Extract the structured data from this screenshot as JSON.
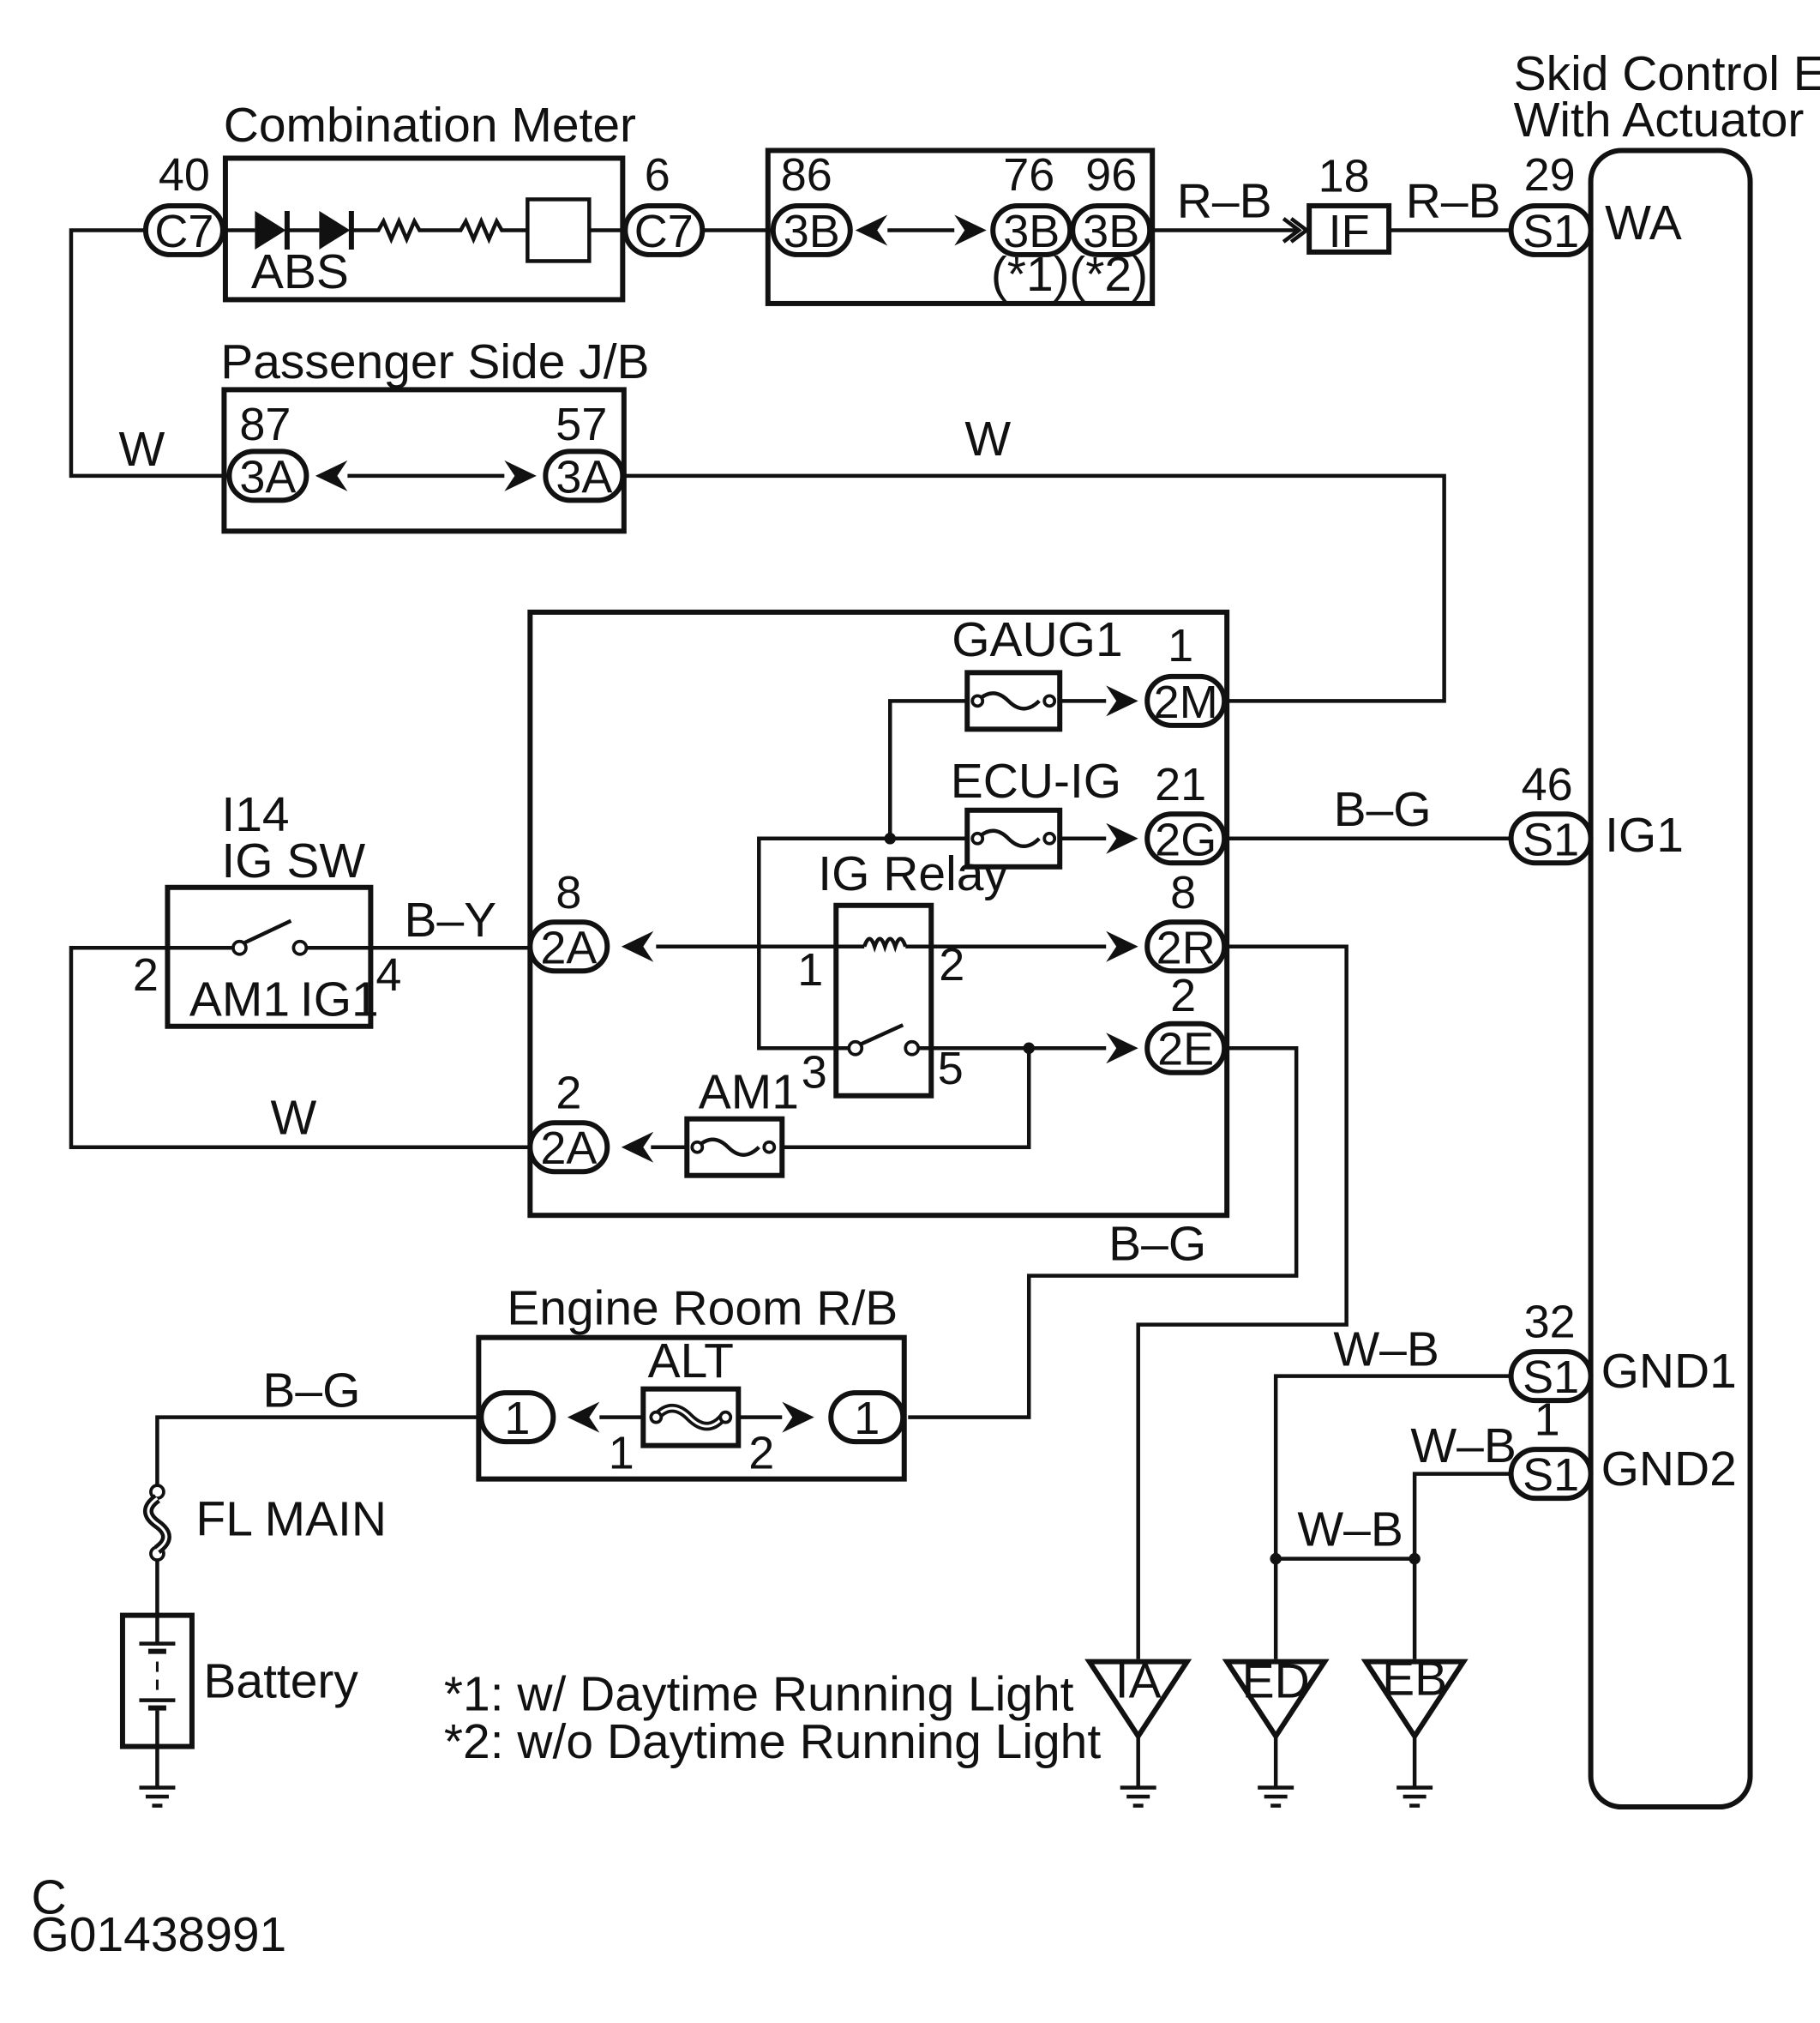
{
  "components": {
    "combination_meter": "Combination Meter",
    "abs": "ABS",
    "passenger_jb": "Passenger Side J/B",
    "ecu_line1": "Skid Control ECU",
    "ecu_line2": "With Actuator",
    "ig_sw_code": "I14",
    "ig_sw": "IG SW",
    "am1_sw": "AM1",
    "ig1_sw": "IG1",
    "ig_relay": "IG Relay",
    "gaug1": "GAUG1",
    "ecu_ig": "ECU-IG",
    "am1_fuse": "AM1",
    "engine_rb": "Engine Room R/B",
    "alt": "ALT",
    "fl_main": "FL MAIN",
    "battery": "Battery"
  },
  "connectors": {
    "c7": "C7",
    "b3": "3B",
    "a3": "3A",
    "if": "IF",
    "s1": "S1",
    "m2": "2M",
    "g2": "2G",
    "r2": "2R",
    "e2": "2E",
    "a2": "2A",
    "one": "1"
  },
  "pins": {
    "c7_in": "40",
    "c7_out": "6",
    "b3_86": "86",
    "b3_76": "76",
    "b3_96": "96",
    "if_18": "18",
    "s1_29": "29",
    "a3_87": "87",
    "a3_57": "57",
    "m2_1": "1",
    "g2_21": "21",
    "s1_46": "46",
    "a2_8": "8",
    "r2_8": "8",
    "e2_2": "2",
    "a2_2": "2",
    "sw_2": "2",
    "sw_4": "4",
    "relay_1": "1",
    "relay_2": "2",
    "relay_3": "3",
    "relay_5": "5",
    "s1_32": "32",
    "s1_1": "1",
    "alt_1": "1",
    "alt_2": "2"
  },
  "ecu_terminals": {
    "wa": "WA",
    "ig1": "IG1",
    "gnd1": "GND1",
    "gnd2": "GND2"
  },
  "wires": {
    "rb1": "R–B",
    "rb2": "R–B",
    "w1": "W",
    "w2": "W",
    "w3": "W",
    "bg1": "B–G",
    "by": "B–Y",
    "bg2": "B–G",
    "bg3": "B–G",
    "wb1": "W–B",
    "wb2": "W–B",
    "wb3": "W–B"
  },
  "notes": {
    "n1": "(*1)",
    "n2": "(*2)",
    "foot1": "*1: w/ Daytime Running Light",
    "foot2": "*2: w/o Daytime Running Light"
  },
  "grounds": {
    "ia": "IA",
    "ed": "ED",
    "eb": "EB"
  },
  "page": {
    "letter": "C",
    "code": "G01438991"
  }
}
